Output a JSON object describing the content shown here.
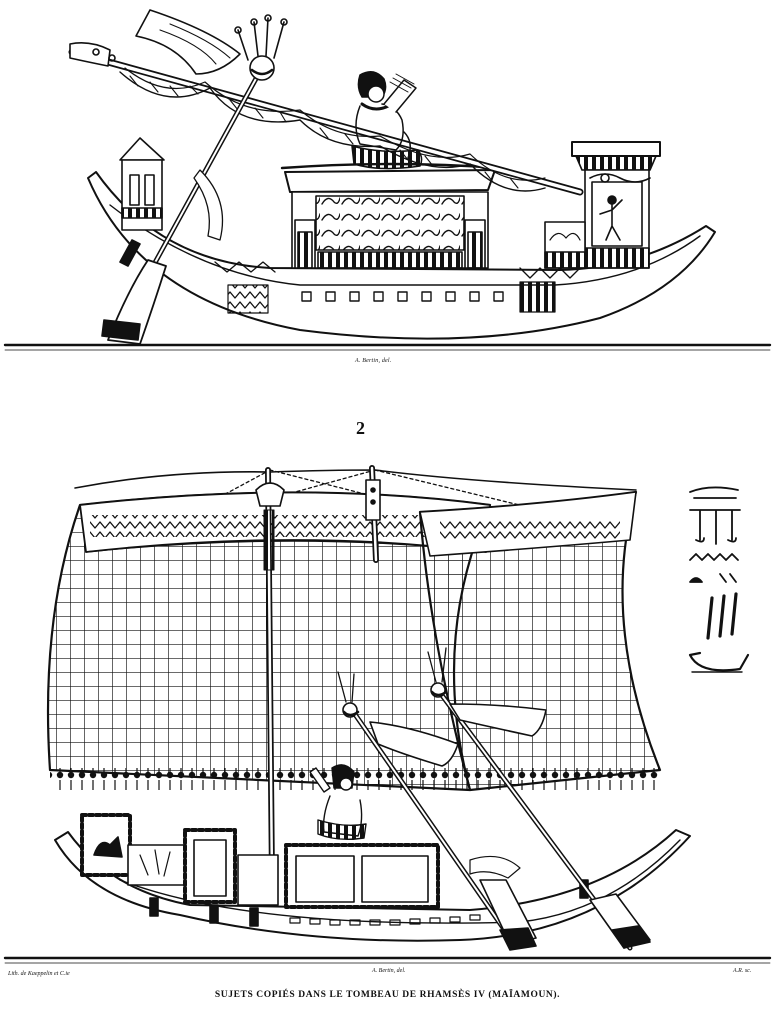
{
  "plate": {
    "figure_number": "2",
    "top_credit": "A. Bertin, del.",
    "bottom_credit_center": "A. Bertin, del.",
    "bottom_credit_left": "Lith. de Kaeppelin et C.ie",
    "bottom_credit_right": "A.R. sc.",
    "caption": "SUJETS COPIÉS DANS LE TOMBEAU DE RHAMSÈS IV (MAÏAMOUN)."
  }
}
